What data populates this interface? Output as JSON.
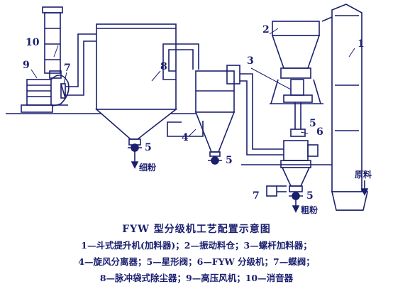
{
  "diagram": {
    "labels": {
      "n1": "1",
      "n2": "2",
      "n3": "3",
      "n4": "4",
      "n5a": "5",
      "n5b": "5",
      "n5c": "5",
      "n5d": "5",
      "n6": "6",
      "n7a": "7",
      "n7b": "7",
      "n8": "8",
      "n9": "9",
      "n10": "10"
    },
    "outputs": {
      "fine": "细粉",
      "coarse": "粗粉",
      "raw": "原料"
    },
    "colors": {
      "ink": "#1a1f6e",
      "fill": "#ffffff"
    }
  },
  "caption": {
    "title": "FYW 型分级机工艺配置示意图",
    "lines": [
      "1—斗式提升机(加料器)；2—振动料仓；3—螺杆加料器；",
      "4—旋风分离器；5—星形阀；6—FYW 分级机；7—蝶阀；",
      "8—脉冲袋式除尘器；9—高压风机；10—消音器"
    ]
  }
}
